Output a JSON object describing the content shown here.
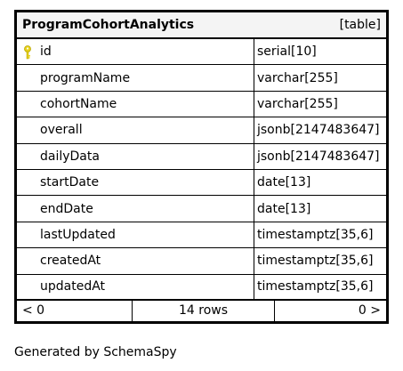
{
  "table": {
    "name": "ProgramCohortAnalytics",
    "kind": "[table]",
    "columns": [
      {
        "name": "id",
        "type": "serial[10]",
        "primary_key": true
      },
      {
        "name": "programName",
        "type": "varchar[255]",
        "primary_key": false
      },
      {
        "name": "cohortName",
        "type": "varchar[255]",
        "primary_key": false
      },
      {
        "name": "overall",
        "type": "jsonb[2147483647]",
        "primary_key": false
      },
      {
        "name": "dailyData",
        "type": "jsonb[2147483647]",
        "primary_key": false
      },
      {
        "name": "startDate",
        "type": "date[13]",
        "primary_key": false
      },
      {
        "name": "endDate",
        "type": "date[13]",
        "primary_key": false
      },
      {
        "name": "lastUpdated",
        "type": "timestamptz[35,6]",
        "primary_key": false
      },
      {
        "name": "createdAt",
        "type": "timestamptz[35,6]",
        "primary_key": false
      },
      {
        "name": "updatedAt",
        "type": "timestamptz[35,6]",
        "primary_key": false
      }
    ],
    "footer": {
      "prev": "< 0",
      "rows": "14 rows",
      "next": "0 >"
    }
  },
  "key_icon_color": "#e8d21a",
  "footer_note": "Generated by SchemaSpy"
}
